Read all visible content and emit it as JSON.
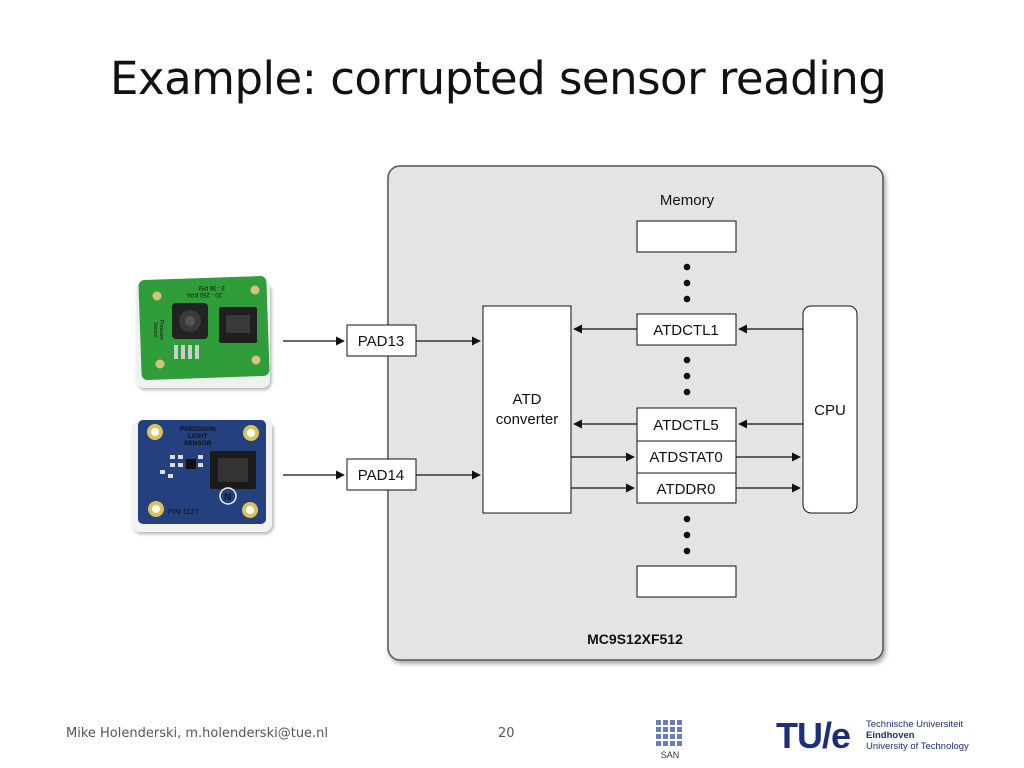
{
  "slide": {
    "title": "Example: corrupted sensor reading",
    "footer": {
      "author": "Mike Holenderski, m.holenderski@tue.nl",
      "page": "20"
    }
  },
  "diagram": {
    "chip_label": "MC9S12XF512",
    "memory_label": "Memory",
    "atd_line1": "ATD",
    "atd_line2": "converter",
    "cpu_label": "CPU",
    "pads": [
      "PAD13",
      "PAD14"
    ],
    "registers": [
      "ATDCTL1",
      "ATDCTL5",
      "ATDSTAT0",
      "ATDDR0"
    ],
    "colors": {
      "chip_fill": "#e4e4e4",
      "chip_border": "#555555",
      "line": "#111111"
    }
  },
  "sensors": {
    "pressure_board_text": [
      "3 - 36 PSI",
      "20 - 250 KPA",
      "Pressure",
      "Sensor"
    ],
    "light_board_text": [
      "PRECISION",
      "LIGHT",
      "SENSOR",
      "P/N 1127"
    ]
  },
  "logos": {
    "san": "SAN",
    "tue_mark": "TU/e",
    "tue_lines": [
      "Technische Universiteit",
      "Eindhoven",
      "University of Technology"
    ]
  }
}
